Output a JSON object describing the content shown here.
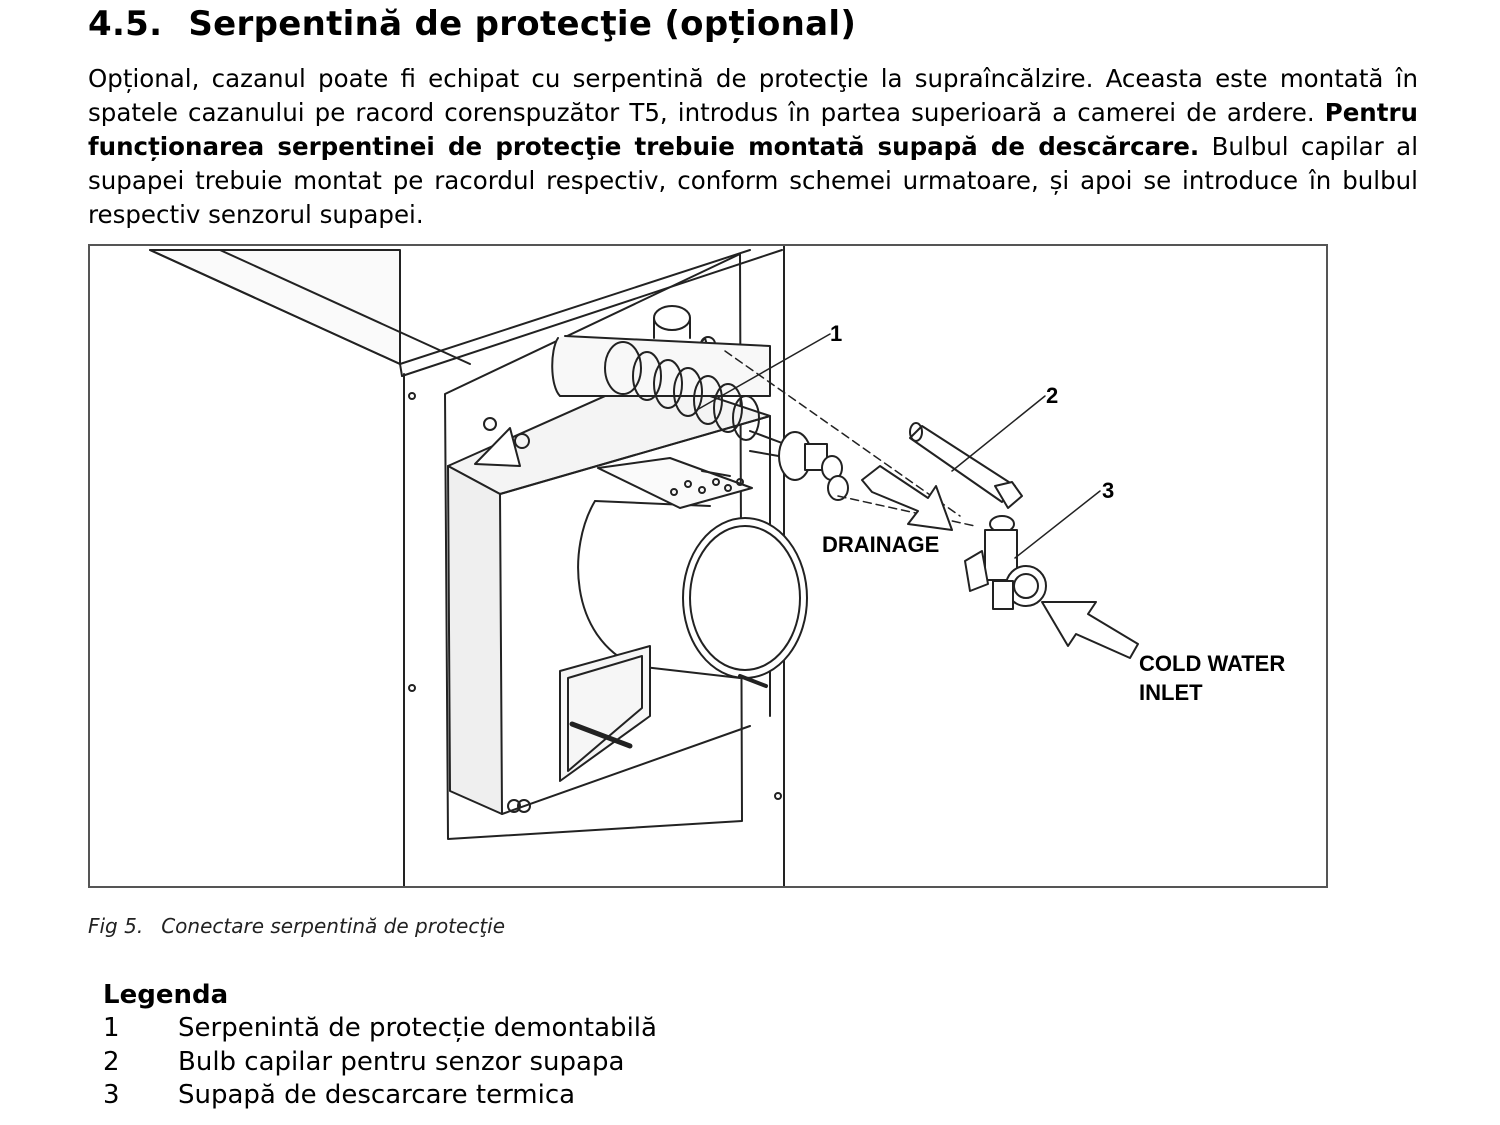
{
  "section": {
    "number": "4.5.",
    "title": "Serpentină de protecţie (opțional)"
  },
  "paragraph": {
    "part1": "Opțional, cazanul poate fi echipat cu serpentină de protecţie la supraîncălzire. Aceasta este montată în spatele cazanului pe racord corenspuzător T5, introdus în partea superioară a camerei de ardere. ",
    "bold": "Pentru funcționarea serpentinei de protecţie trebuie montată supapă de descărcare.",
    "part2": " Bulbul capilar al supapei trebuie montat pe racordul respectiv, conform schemei urmatoare, și apoi se introduce în bulbul respectiv senzorul supapei."
  },
  "figure": {
    "callouts": [
      "1",
      "2",
      "3"
    ],
    "drainage_label": "DRAINAGE",
    "inlet_label_line1": "COLD WATER",
    "inlet_label_line2": "INLET"
  },
  "caption": {
    "number": "Fig 5.",
    "text": "Conectare serpentină de protecţie"
  },
  "legend": {
    "title": "Legenda",
    "items": [
      {
        "num": "1",
        "text": "Serpenintă de protecție demontabilă"
      },
      {
        "num": "2",
        "text": "Bulb capilar pentru senzor supapa"
      },
      {
        "num": "3",
        "text": "Supapă de descarcare termica"
      }
    ]
  }
}
